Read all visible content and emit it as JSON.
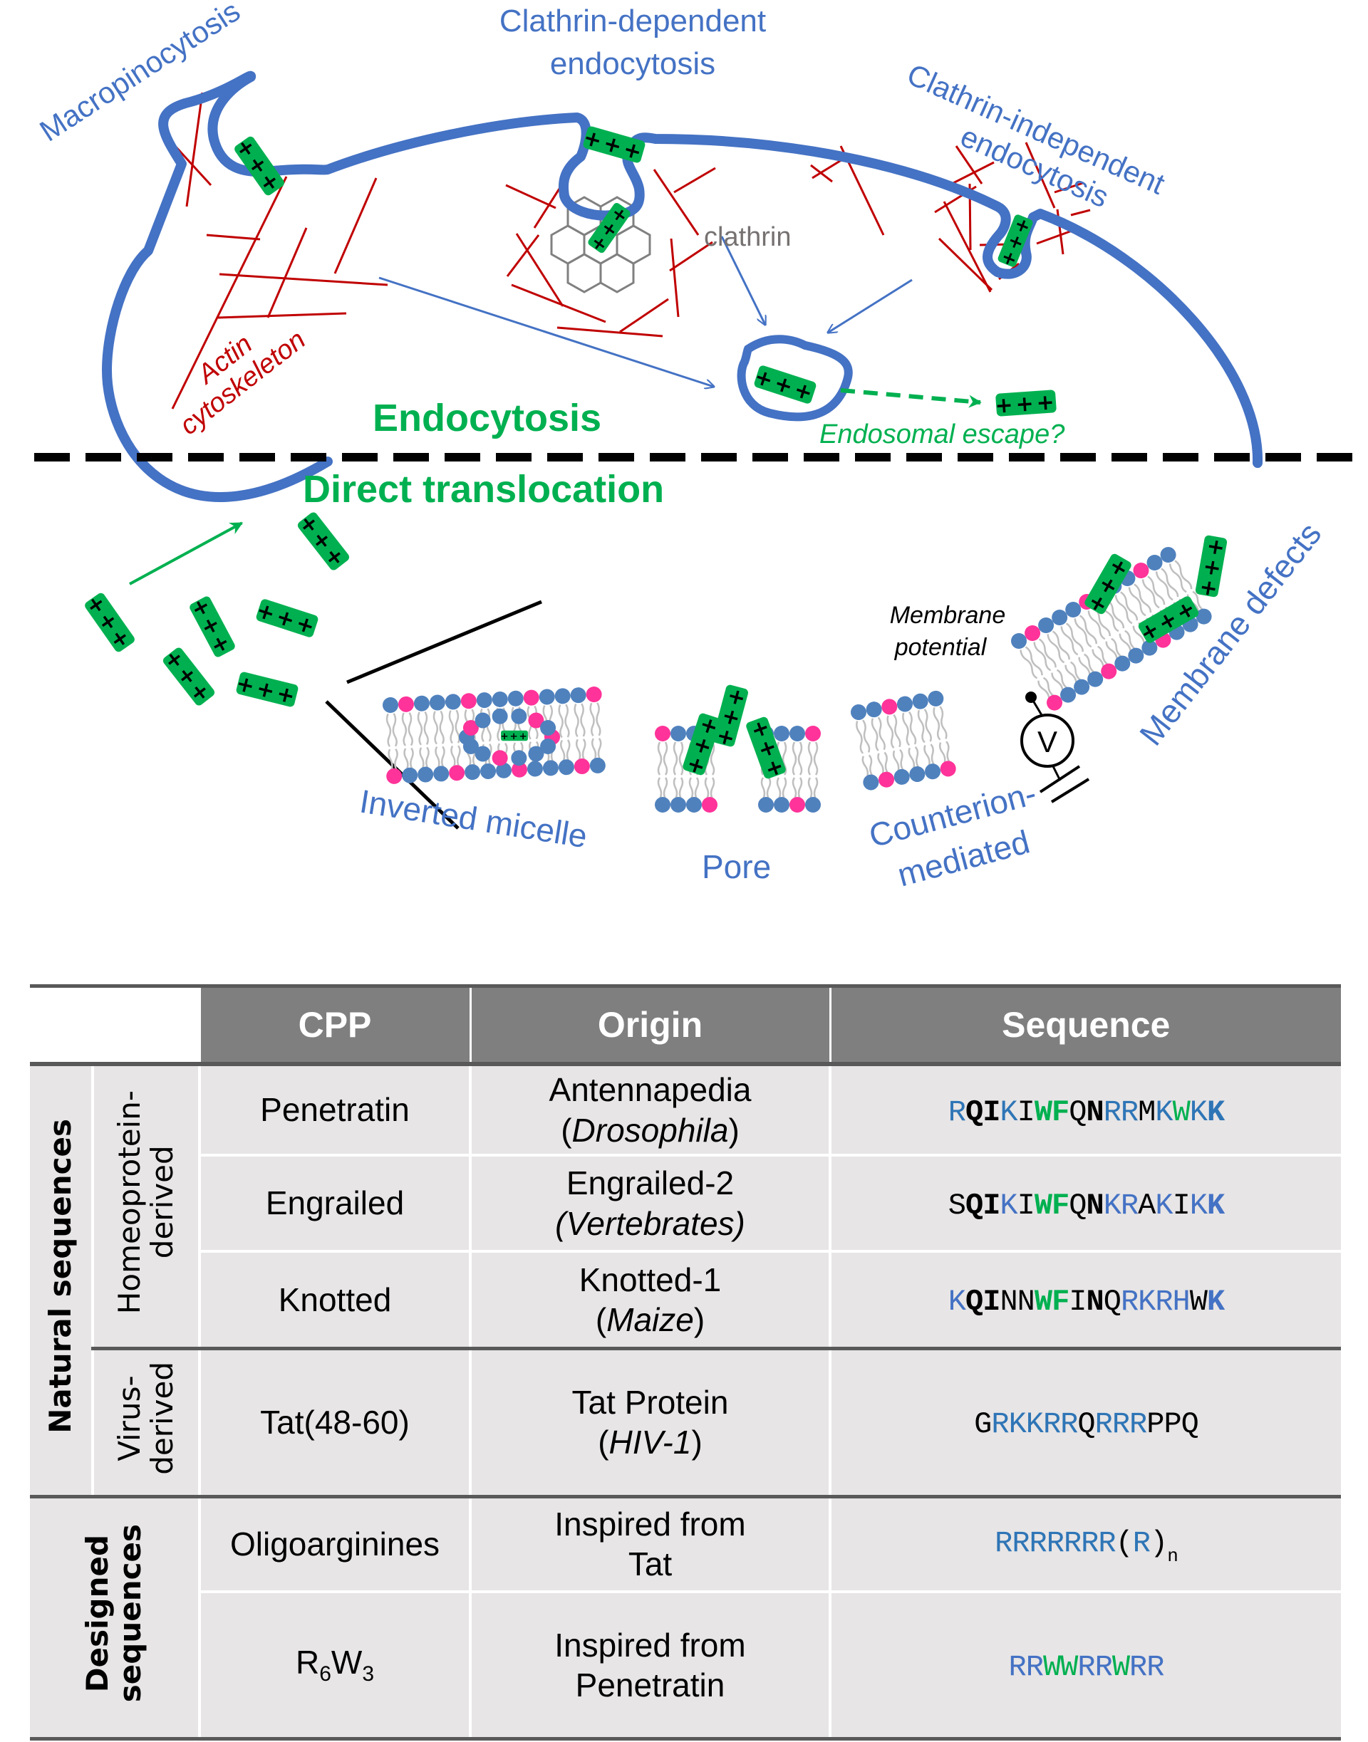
{
  "colors": {
    "membrane": "#4472c4",
    "actin": "#c00000",
    "peptide": "#00b050",
    "clathrin": "#808080",
    "lipid_head": "#4f81bd",
    "lipid_head_anionic": "#ff3399",
    "header_bg": "#7f7f7f",
    "cell_bg": "#e7e5e6",
    "seq_blue": "#2e75b6",
    "seq_blue_alt": "#4472c4",
    "seq_green": "#00b050"
  },
  "diagram": {
    "pathways": {
      "macropinocytosis": "Macropinocytosis",
      "clathrin_dependent": [
        "Clathrin-dependent",
        "endocytosis"
      ],
      "clathrin_independent": [
        "Clathrin-independent",
        "endocytosis"
      ],
      "clathrin_label": "clathrin",
      "actin": [
        "Actin",
        "cytoskeleton"
      ],
      "endocytosis": "Endocytosis",
      "endosomal_escape": "Endosomal escape?",
      "direct_translocation": "Direct translocation",
      "inverted_micelle": "Inverted micelle",
      "pore": "Pore",
      "counterion": [
        "Counterion-",
        "mediated"
      ],
      "membrane_potential": [
        "Membrane",
        "potential"
      ],
      "voltmeter": "V",
      "membrane_defects": "Membrane defects"
    },
    "peptide_charge": "+++"
  },
  "table": {
    "headers": [
      "",
      "CPP",
      "Origin",
      "Sequence"
    ],
    "groups": [
      {
        "label": "Natural sequences",
        "subgroups": [
          {
            "label": "Homeoprotein-\nderived",
            "rows": [
              {
                "cpp": "Penetratin",
                "origin": "Antennapedia",
                "origin_species": "Drosophila",
                "sequence": [
                  {
                    "t": "R",
                    "c": "blue"
                  },
                  {
                    "t": "QI",
                    "c": "black",
                    "b": true
                  },
                  {
                    "t": "K",
                    "c": "blue"
                  },
                  {
                    "t": "I",
                    "c": "black"
                  },
                  {
                    "t": "WF",
                    "c": "green",
                    "b": true
                  },
                  {
                    "t": "Q",
                    "c": "black"
                  },
                  {
                    "t": "N",
                    "c": "black",
                    "b": true
                  },
                  {
                    "t": "RR",
                    "c": "blue"
                  },
                  {
                    "t": "M",
                    "c": "black"
                  },
                  {
                    "t": "K",
                    "c": "blue"
                  },
                  {
                    "t": "W",
                    "c": "green"
                  },
                  {
                    "t": "K",
                    "c": "blue"
                  },
                  {
                    "t": "K",
                    "c": "blue",
                    "b": true
                  }
                ]
              },
              {
                "cpp": "Engrailed",
                "origin": "Engrailed-2",
                "origin_species": "Vertebrates",
                "sequence": [
                  {
                    "t": "S",
                    "c": "black"
                  },
                  {
                    "t": "QI",
                    "c": "black",
                    "b": true
                  },
                  {
                    "t": "K",
                    "c": "blue2"
                  },
                  {
                    "t": "I",
                    "c": "black"
                  },
                  {
                    "t": "WF",
                    "c": "green",
                    "b": true
                  },
                  {
                    "t": "Q",
                    "c": "black"
                  },
                  {
                    "t": "N",
                    "c": "black",
                    "b": true
                  },
                  {
                    "t": "KR",
                    "c": "blue2"
                  },
                  {
                    "t": "A",
                    "c": "black"
                  },
                  {
                    "t": "K",
                    "c": "blue2"
                  },
                  {
                    "t": "I",
                    "c": "black"
                  },
                  {
                    "t": "K",
                    "c": "blue2"
                  },
                  {
                    "t": "K",
                    "c": "blue2",
                    "b": true
                  }
                ]
              },
              {
                "cpp": "Knotted",
                "origin": "Knotted-1",
                "origin_species": "Maize",
                "sequence": [
                  {
                    "t": "K",
                    "c": "blue2"
                  },
                  {
                    "t": "QI",
                    "c": "black",
                    "b": true
                  },
                  {
                    "t": "NN",
                    "c": "black"
                  },
                  {
                    "t": "WF",
                    "c": "green",
                    "b": true
                  },
                  {
                    "t": "I",
                    "c": "black"
                  },
                  {
                    "t": "N",
                    "c": "black",
                    "b": true
                  },
                  {
                    "t": "Q",
                    "c": "black"
                  },
                  {
                    "t": "RKRH",
                    "c": "blue2"
                  },
                  {
                    "t": "W",
                    "c": "black"
                  },
                  {
                    "t": "K",
                    "c": "blue2",
                    "b": true
                  }
                ]
              }
            ]
          },
          {
            "label": "Virus-\nderived",
            "rows": [
              {
                "cpp": "Tat(48-60)",
                "origin": "Tat Protein",
                "origin_species": "HIV-1",
                "sequence": [
                  {
                    "t": "G",
                    "c": "black"
                  },
                  {
                    "t": "RKKRR",
                    "c": "blue"
                  },
                  {
                    "t": "Q",
                    "c": "black"
                  },
                  {
                    "t": "RRR",
                    "c": "blue"
                  },
                  {
                    "t": "PPQ",
                    "c": "black"
                  }
                ]
              }
            ]
          }
        ]
      },
      {
        "label": "Designed\nsequences",
        "rows": [
          {
            "cpp": "Oligoarginines",
            "origin": "Inspired from",
            "origin_line2": "Tat",
            "sequence": [
              {
                "t": "RRRRRRR",
                "c": "blue"
              },
              {
                "t": "(",
                "c": "black"
              },
              {
                "t": "R",
                "c": "blue"
              },
              {
                "t": ")",
                "c": "black"
              },
              {
                "t": "n",
                "c": "black",
                "sub": true
              }
            ]
          },
          {
            "cpp_base": "R",
            "cpp_sub1": "6",
            "cpp_mid": "W",
            "cpp_sub2": "3",
            "origin": "Inspired from",
            "origin_line2": "Penetratin",
            "sequence": [
              {
                "t": "RR",
                "c": "blue2"
              },
              {
                "t": "WW",
                "c": "green"
              },
              {
                "t": "RR",
                "c": "blue2"
              },
              {
                "t": "W",
                "c": "green"
              },
              {
                "t": "RR",
                "c": "blue2"
              }
            ]
          }
        ]
      }
    ]
  }
}
